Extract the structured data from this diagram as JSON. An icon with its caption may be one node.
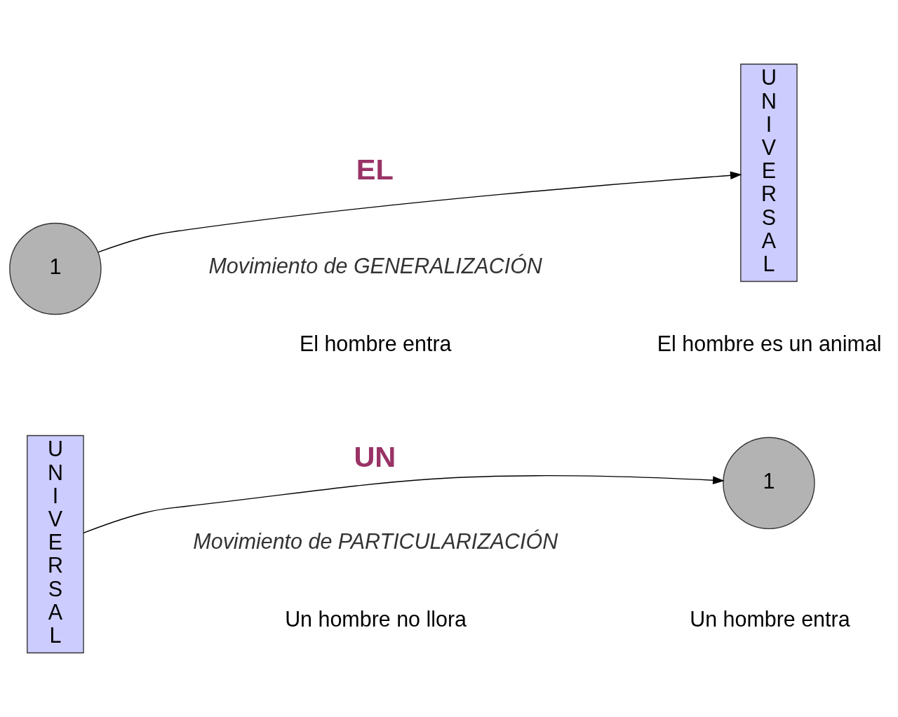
{
  "diagram": {
    "nodes": [
      {
        "text": [
          "UNIVERSAL"
        ]
      },
      {
        "text": [
          "1"
        ]
      },
      {
        "text": [
          "1"
        ]
      },
      {
        "text": [
          "UNIVERSAL"
        ]
      }
    ],
    "edges": [
      {
        "from": 0,
        "to": 1,
        "arrow": "to",
        "label": "UN"
      },
      {
        "from": 2,
        "to": 3,
        "arrow": "to",
        "label": "EL"
      }
    ],
    "labels": [
      "Movimiento de PARTICULARIZACIÓN",
      "Un hombre no llora",
      "Un hombre entra",
      "Movimiento de GENERALIZACIÓN",
      "El hombre entra",
      "El hombre es un animal"
    ]
  }
}
